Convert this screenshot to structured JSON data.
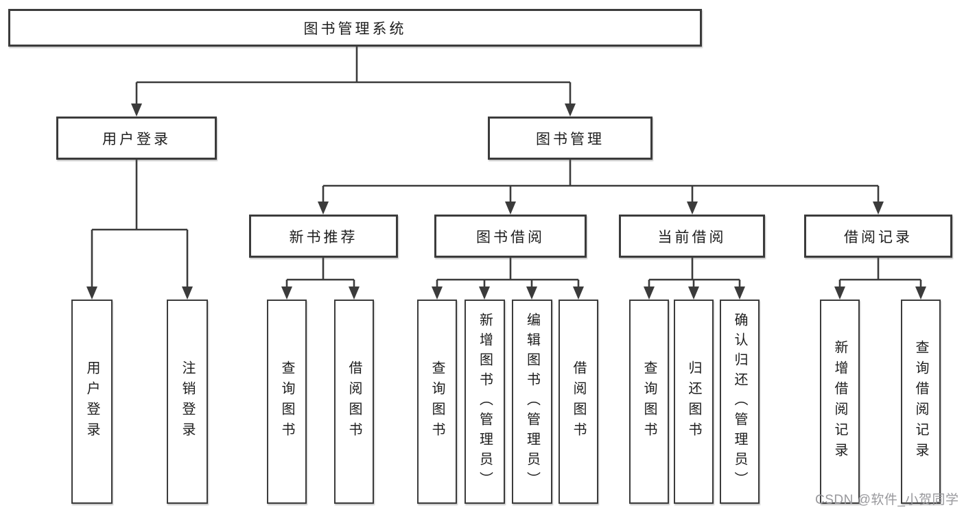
{
  "diagram": {
    "root_label": "图书管理系统",
    "level2": [
      {
        "label": "用户登录",
        "children": [
          "用户登录",
          "注销登录"
        ]
      },
      {
        "label": "图书管理"
      }
    ],
    "level3": [
      {
        "label": "新书推荐",
        "children": [
          "查询图书",
          "借阅图书"
        ]
      },
      {
        "label": "图书借阅",
        "children": [
          "查询图书",
          "新增图书（管理员）",
          "编辑图书（管理员）",
          "借阅图书"
        ]
      },
      {
        "label": "当前借阅",
        "children": [
          "查询图书",
          "归还图书",
          "确认归还（管理员）"
        ]
      },
      {
        "label": "借阅记录",
        "children": [
          "新增借阅记录",
          "查询借阅记录"
        ]
      }
    ]
  },
  "watermark": {
    "text": "CSDN @软件_小贺同学"
  },
  "colors": {
    "line": "#3b3b3b",
    "box_border": "#3b3b3b",
    "text": "#1d1d1d",
    "watermark": "#98989c",
    "background": "#ffffff"
  }
}
